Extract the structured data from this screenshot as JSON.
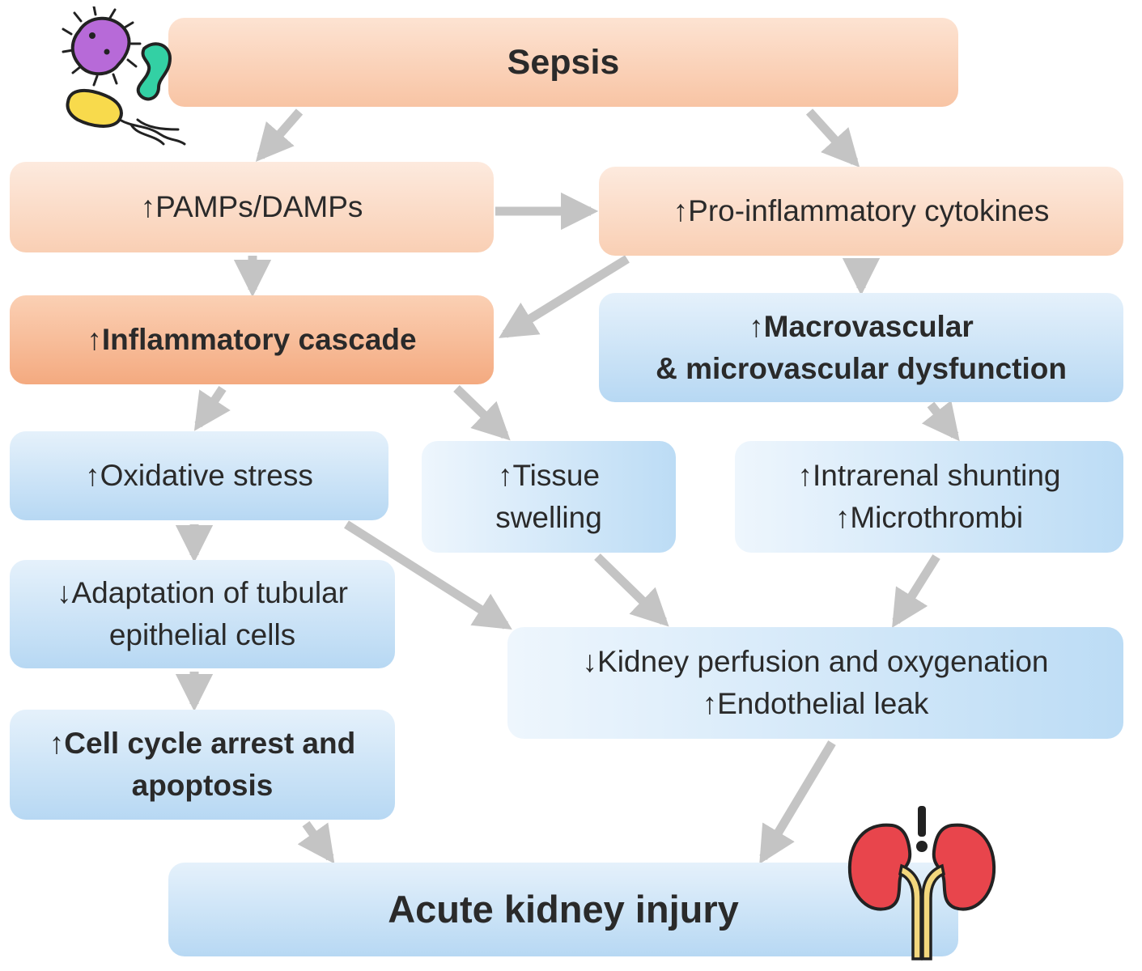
{
  "nodes": {
    "sepsis": {
      "lines": [
        "Sepsis"
      ]
    },
    "pamps": {
      "lines": [
        "↑PAMPs/DAMPs"
      ]
    },
    "cytokines": {
      "lines": [
        "↑Pro-inflammatory cytokines"
      ]
    },
    "inflammatory": {
      "lines": [
        "↑Inflammatory cascade"
      ]
    },
    "vascular": {
      "lines": [
        "↑Macrovascular",
        "& microvascular dysfunction"
      ]
    },
    "oxidative": {
      "lines": [
        "↑Oxidative stress"
      ]
    },
    "swelling": {
      "lines": [
        "↑Tissue",
        "swelling"
      ]
    },
    "shunting": {
      "lines": [
        "↑Intrarenal shunting",
        "↑Microthrombi"
      ]
    },
    "adaptation": {
      "lines": [
        "↓Adaptation of tubular",
        "epithelial cells"
      ]
    },
    "perfusion": {
      "lines": [
        "↓Kidney perfusion and oxygenation",
        "↑Endothelial leak"
      ]
    },
    "cellcycle": {
      "lines": [
        "↑Cell cycle arrest and",
        "apoptosis"
      ]
    },
    "aki": {
      "lines": [
        "Acute kidney injury"
      ]
    }
  },
  "colors": {
    "arrow": "#c4c4c4",
    "bacteria_purple": "#b76ad8",
    "bacteria_green": "#33d0a4",
    "bacteria_yellow": "#f8da4c",
    "kidney_red": "#e8454c",
    "ureter_yellow": "#f3d77d"
  },
  "icons": {
    "bacteria": "bacteria-icon",
    "kidney": "kidney-warning-icon"
  }
}
